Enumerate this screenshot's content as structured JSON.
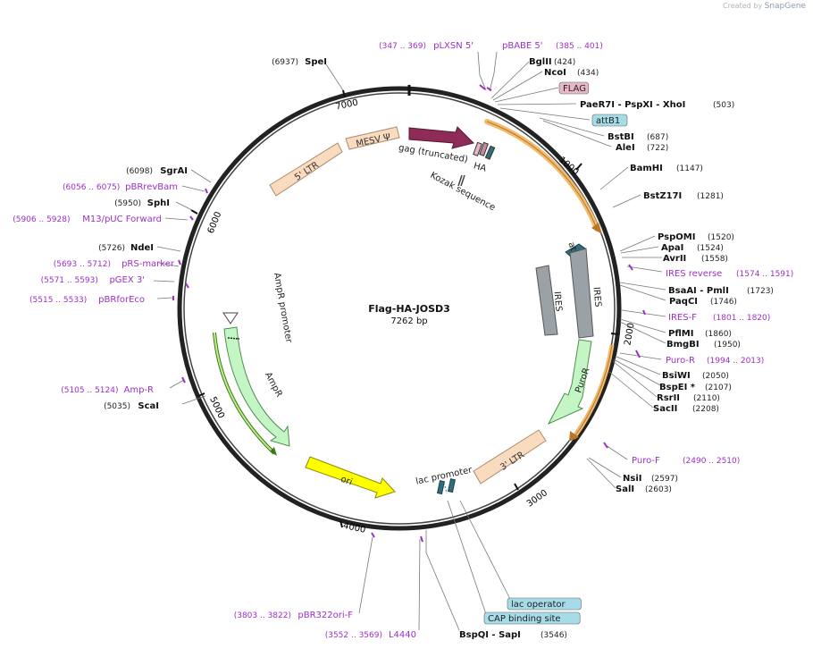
{
  "credit": {
    "prefix": "Created by",
    "brand": "SnapGene"
  },
  "plasmid": {
    "name": "Flag-HA-JOSD3",
    "length_label": "7262 bp",
    "length": 7262
  },
  "tick_labels": [
    "1000",
    "2000",
    "3000",
    "4000",
    "5000",
    "6000",
    "7000"
  ],
  "features": [
    {
      "id": "5ltr",
      "label": "5' LTR",
      "kind": "box",
      "color": "#f9dcbf"
    },
    {
      "id": "mesv",
      "label": "MESV Ψ",
      "kind": "box",
      "color": "#f9dcbf"
    },
    {
      "id": "gag",
      "label": "gag (truncated)",
      "kind": "arrow",
      "color": "#8e2b57"
    },
    {
      "id": "ha",
      "label": "HA",
      "kind": "small",
      "color": "#e8b6c9"
    },
    {
      "id": "kozak",
      "label": "Kozak sequence",
      "kind": "site",
      "color": "#444444"
    },
    {
      "id": "josd3",
      "label": "",
      "kind": "arrow",
      "color": "#f1bc6e"
    },
    {
      "id": "attb2",
      "label": "attB2",
      "kind": "small",
      "color": "#2f6e7a"
    },
    {
      "id": "ires1",
      "label": "IRES",
      "kind": "box",
      "color": "#9aa1a7"
    },
    {
      "id": "ires2",
      "label": "IRES",
      "kind": "box",
      "color": "#9aa1a7"
    },
    {
      "id": "puror",
      "label": "PuroR",
      "kind": "arrow",
      "color": "#c4f5c4"
    },
    {
      "id": "puro_primer",
      "label": "",
      "kind": "arrow",
      "color": "#f1bc6e"
    },
    {
      "id": "3ltr",
      "label": "3' LTR",
      "kind": "box",
      "color": "#f9dcbf"
    },
    {
      "id": "lac",
      "label": "lac promoter",
      "kind": "small",
      "color": "#2f6e7a"
    },
    {
      "id": "ori",
      "label": "ori",
      "kind": "arrow",
      "color": "#ffff00"
    },
    {
      "id": "ampr",
      "label": "AmpR",
      "kind": "arrow",
      "color": "#c4f5c4"
    },
    {
      "id": "amprprom",
      "label": "AmpR promoter",
      "kind": "arrow",
      "color": "#ffffff"
    }
  ],
  "right_labels": [
    {
      "name": "BglII",
      "pos": "(424)",
      "type": "enzyme"
    },
    {
      "name": "NcoI",
      "pos": "(434)",
      "type": "enzyme"
    },
    {
      "name": "FLAG",
      "pos": "",
      "type": "box-pink"
    },
    {
      "name": "PaeR7I  - PspXI  - XhoI",
      "pos": "(503)",
      "type": "enzyme"
    },
    {
      "name": "attB1",
      "pos": "",
      "type": "box-teal"
    },
    {
      "name": "BstBI",
      "pos": "(687)",
      "type": "enzyme"
    },
    {
      "name": "AleI",
      "pos": "(722)",
      "type": "enzyme"
    },
    {
      "name": "BamHI",
      "pos": "(1147)",
      "type": "enzyme"
    },
    {
      "name": "BstZ17I",
      "pos": "(1281)",
      "type": "enzyme"
    },
    {
      "name": "PspOMI",
      "pos": "(1520)",
      "type": "enzyme"
    },
    {
      "name": "ApaI",
      "pos": "(1524)",
      "type": "enzyme"
    },
    {
      "name": "AvrII",
      "pos": "(1558)",
      "type": "enzyme"
    },
    {
      "name": "IRES reverse",
      "pos": "(1574 .. 1591)",
      "type": "primer"
    },
    {
      "name": "BsaAI  - PmlI",
      "pos": "(1723)",
      "type": "enzyme"
    },
    {
      "name": "PaqCI",
      "pos": "(1746)",
      "type": "enzyme"
    },
    {
      "name": "IRES-F",
      "pos": "(1801 .. 1820)",
      "type": "primer"
    },
    {
      "name": "PflMI",
      "pos": "(1860)",
      "type": "enzyme"
    },
    {
      "name": "BmgBI",
      "pos": "(1950)",
      "type": "enzyme"
    },
    {
      "name": "Puro-R",
      "pos": "(1994 .. 2013)",
      "type": "primer"
    },
    {
      "name": "BsiWI",
      "pos": "(2050)",
      "type": "enzyme"
    },
    {
      "name": "BspEI *",
      "pos": "(2107)",
      "type": "enzyme"
    },
    {
      "name": "RsrII",
      "pos": "(2110)",
      "type": "enzyme"
    },
    {
      "name": "SacII",
      "pos": "(2208)",
      "type": "enzyme"
    },
    {
      "name": "Puro-F",
      "pos": "(2490 .. 2510)",
      "type": "primer"
    },
    {
      "name": "NsiI",
      "pos": "(2597)",
      "type": "enzyme"
    },
    {
      "name": "SalI",
      "pos": "(2603)",
      "type": "enzyme"
    }
  ],
  "left_labels": [
    {
      "name": "SpeI",
      "pos": "(6937)",
      "type": "enzyme"
    },
    {
      "name": "SgrAI",
      "pos": "(6098)",
      "type": "enzyme"
    },
    {
      "name": "pBRrevBam",
      "pos": "(6056 .. 6075)",
      "type": "primer"
    },
    {
      "name": "SphI",
      "pos": "(5950)",
      "type": "enzyme"
    },
    {
      "name": "M13/pUC Forward",
      "pos": "(5906 .. 5928)",
      "type": "primer"
    },
    {
      "name": "NdeI",
      "pos": "(5726)",
      "type": "enzyme"
    },
    {
      "name": "pRS-marker",
      "pos": "(5693 .. 5712)",
      "type": "primer"
    },
    {
      "name": "pGEX 3'",
      "pos": "(5571 .. 5593)",
      "type": "primer"
    },
    {
      "name": "pBRforEco",
      "pos": "(5515 .. 5533)",
      "type": "primer"
    },
    {
      "name": "Amp-R",
      "pos": "(5105 .. 5124)",
      "type": "primer"
    },
    {
      "name": "ScaI",
      "pos": "(5035)",
      "type": "enzyme"
    }
  ],
  "top_labels": [
    {
      "name": "pLXSN 5'",
      "pos": "(347 .. 369)",
      "type": "primer"
    },
    {
      "name": "pBABE 5'",
      "pos": "(385 .. 401)",
      "type": "primer"
    }
  ],
  "bottom_labels": [
    {
      "name": "lac operator",
      "pos": "",
      "type": "box-teal"
    },
    {
      "name": "CAP binding site",
      "pos": "",
      "type": "box-teal"
    },
    {
      "name": "BspQI  - SapI",
      "pos": "(3546)",
      "type": "enzyme"
    },
    {
      "name": "L4440",
      "pos": "(3552 .. 3569)",
      "type": "primer"
    },
    {
      "name": "pBR322ori-F",
      "pos": "(3803 .. 3822)",
      "type": "primer"
    }
  ]
}
